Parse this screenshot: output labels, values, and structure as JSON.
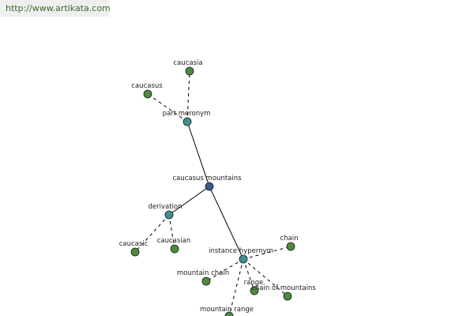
{
  "header": {
    "url": "http://www.artikata.com"
  },
  "colors": {
    "root": "#3c5a8c",
    "relation": "#3c9090",
    "term": "#4e8a3e"
  },
  "graph": {
    "nodes": [
      {
        "id": "caucasus-mountains",
        "label": "caucasus mountains",
        "kind": "root"
      },
      {
        "id": "part-meronym",
        "label": "part meronym",
        "kind": "relation"
      },
      {
        "id": "derivation",
        "label": "derivation",
        "kind": "relation"
      },
      {
        "id": "instance-hypernym",
        "label": "instance hypernym",
        "kind": "relation"
      },
      {
        "id": "caucasia",
        "label": "caucasia",
        "kind": "term"
      },
      {
        "id": "caucasus",
        "label": "caucasus",
        "kind": "term"
      },
      {
        "id": "caucasic",
        "label": "caucasic",
        "kind": "term"
      },
      {
        "id": "caucasian",
        "label": "caucasian",
        "kind": "term"
      },
      {
        "id": "chain",
        "label": "chain",
        "kind": "term"
      },
      {
        "id": "mountain-chain",
        "label": "mountain chain",
        "kind": "term"
      },
      {
        "id": "range",
        "label": "range",
        "kind": "term"
      },
      {
        "id": "chain-of-mountains",
        "label": "chain of mountains",
        "kind": "term"
      },
      {
        "id": "mountain-range",
        "label": "mountain range",
        "kind": "term"
      }
    ],
    "edges": [
      {
        "from": "caucasus-mountains",
        "to": "part-meronym",
        "style": "solid"
      },
      {
        "from": "caucasus-mountains",
        "to": "derivation",
        "style": "solid"
      },
      {
        "from": "caucasus-mountains",
        "to": "instance-hypernym",
        "style": "solid"
      },
      {
        "from": "part-meronym",
        "to": "caucasia",
        "style": "dashed"
      },
      {
        "from": "part-meronym",
        "to": "caucasus",
        "style": "dashed"
      },
      {
        "from": "derivation",
        "to": "caucasic",
        "style": "dashed"
      },
      {
        "from": "derivation",
        "to": "caucasian",
        "style": "dashed"
      },
      {
        "from": "instance-hypernym",
        "to": "chain",
        "style": "dashed"
      },
      {
        "from": "instance-hypernym",
        "to": "mountain-chain",
        "style": "dashed"
      },
      {
        "from": "instance-hypernym",
        "to": "range",
        "style": "dashed"
      },
      {
        "from": "instance-hypernym",
        "to": "chain-of-mountains",
        "style": "dashed"
      },
      {
        "from": "instance-hypernym",
        "to": "mountain-range",
        "style": "dashed"
      }
    ]
  }
}
